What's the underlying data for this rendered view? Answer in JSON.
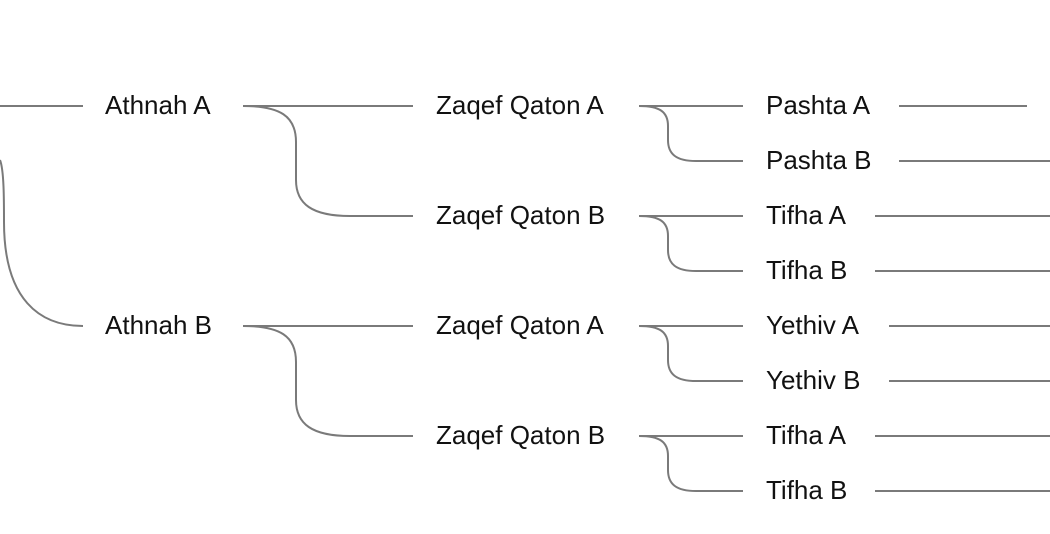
{
  "tree": {
    "level1": [
      {
        "label": "Athnah A"
      },
      {
        "label": "Athnah B"
      }
    ],
    "level2": [
      {
        "label": "Zaqef Qaton A"
      },
      {
        "label": "Zaqef Qaton B"
      },
      {
        "label": "Zaqef Qaton A"
      },
      {
        "label": "Zaqef Qaton B"
      }
    ],
    "level3": [
      {
        "label": "Pashta A"
      },
      {
        "label": "Pashta B"
      },
      {
        "label": "Tifha A"
      },
      {
        "label": "Tifha B"
      },
      {
        "label": "Yethiv A"
      },
      {
        "label": "Yethiv B"
      },
      {
        "label": "Tifha A"
      },
      {
        "label": "Tifha B"
      }
    ]
  },
  "style": {
    "line_color": "#7a7a7a",
    "text_color": "#111111",
    "background": "#ffffff"
  }
}
